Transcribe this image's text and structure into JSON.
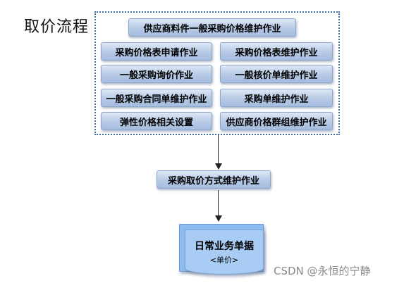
{
  "title": "取价流程",
  "group": {
    "header": "供应商料件一般采购价格维护作业",
    "items": [
      "采购价格表申请作业",
      "采购价格表维护作业",
      "一般采购询价作业",
      "一般核价单维护作业",
      "一般采购合同单维护作业",
      "采购单维护作业",
      "弹性价格相关设置",
      "供应商价格群组维护作业"
    ]
  },
  "middle_step": "采购取价方式维护作业",
  "document": {
    "title": "日常业务单据",
    "subtitle": "<单价>"
  },
  "watermark": "CSDN @永恒的宁静"
}
